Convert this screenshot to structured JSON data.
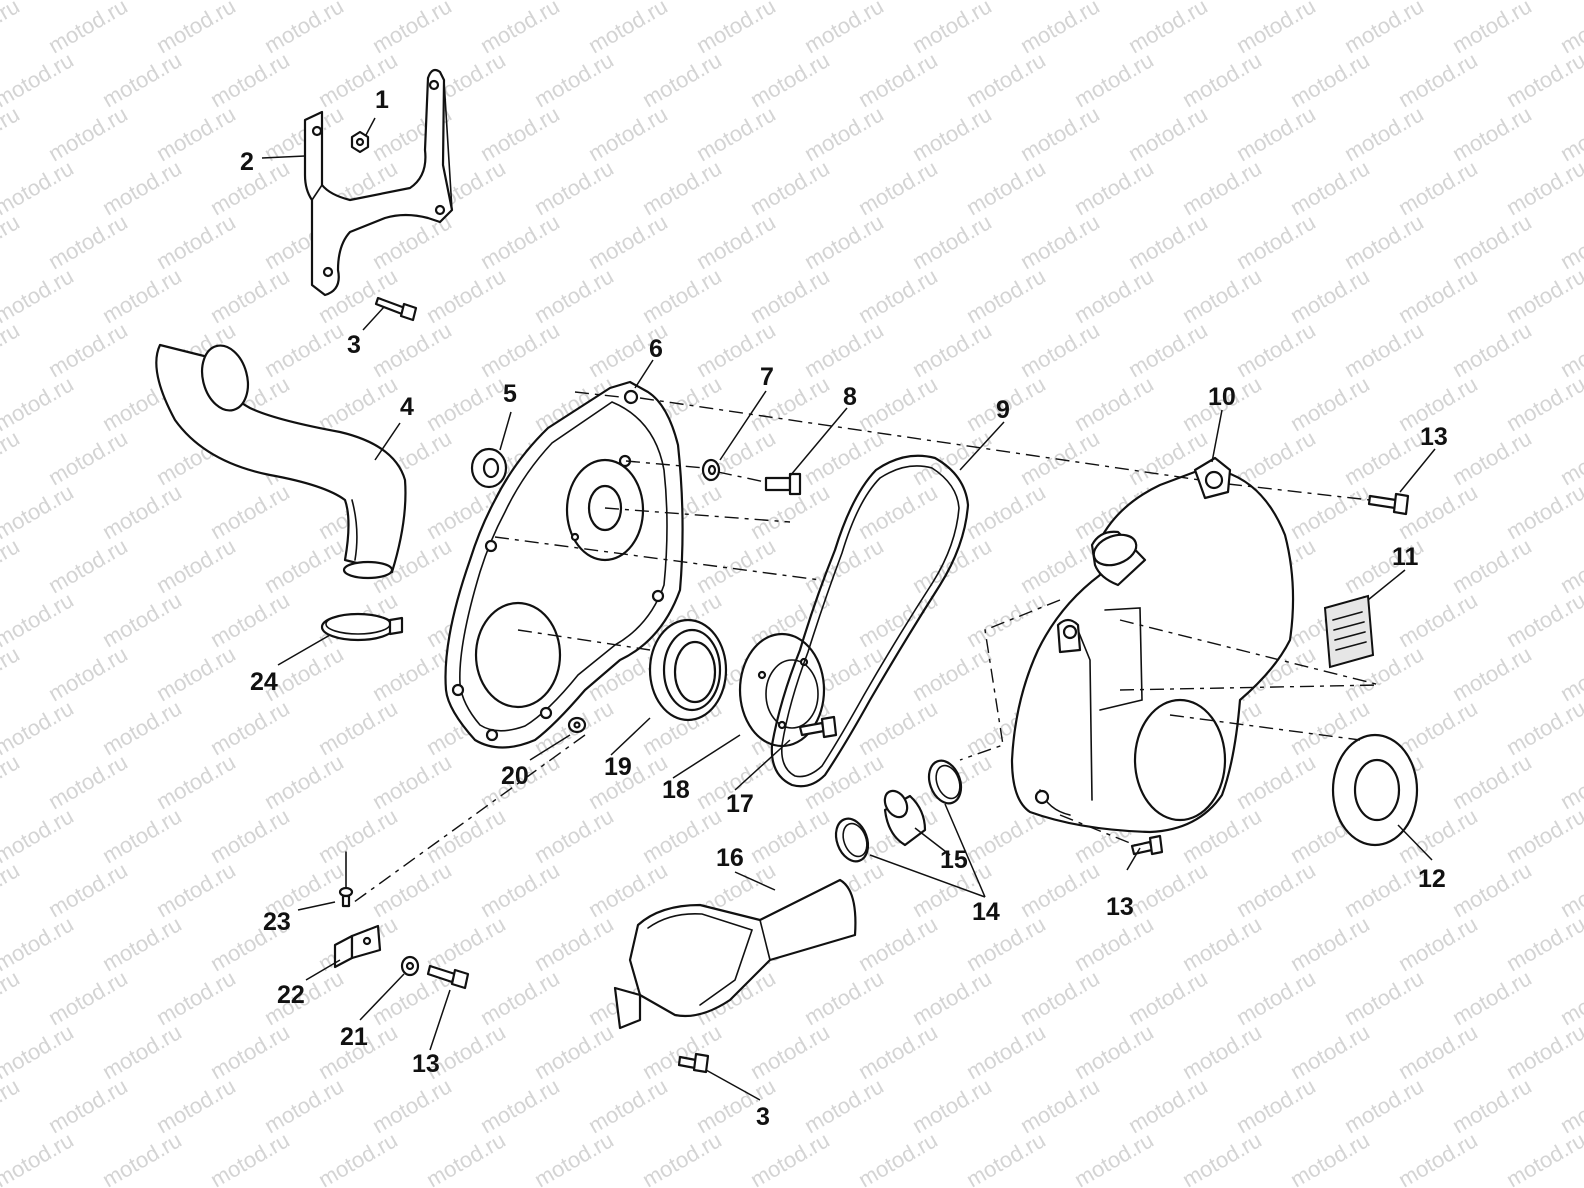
{
  "watermark": {
    "text": "motod.ru",
    "color": "#d4d4d4"
  },
  "callouts": [
    {
      "id": "1",
      "label": "1"
    },
    {
      "id": "2",
      "label": "2"
    },
    {
      "id": "3a",
      "label": "3"
    },
    {
      "id": "4",
      "label": "4"
    },
    {
      "id": "5",
      "label": "5"
    },
    {
      "id": "6",
      "label": "6"
    },
    {
      "id": "7",
      "label": "7"
    },
    {
      "id": "8",
      "label": "8"
    },
    {
      "id": "9",
      "label": "9"
    },
    {
      "id": "10",
      "label": "10"
    },
    {
      "id": "11",
      "label": "11"
    },
    {
      "id": "12",
      "label": "12"
    },
    {
      "id": "13a",
      "label": "13"
    },
    {
      "id": "13b",
      "label": "13"
    },
    {
      "id": "13c",
      "label": "13"
    },
    {
      "id": "14",
      "label": "14"
    },
    {
      "id": "15",
      "label": "15"
    },
    {
      "id": "16",
      "label": "16"
    },
    {
      "id": "17",
      "label": "17"
    },
    {
      "id": "18",
      "label": "18"
    },
    {
      "id": "19",
      "label": "19"
    },
    {
      "id": "20",
      "label": "20"
    },
    {
      "id": "21",
      "label": "21"
    },
    {
      "id": "22",
      "label": "22"
    },
    {
      "id": "23",
      "label": "23"
    },
    {
      "id": "24",
      "label": "24"
    },
    {
      "id": "3b",
      "label": "3"
    }
  ]
}
